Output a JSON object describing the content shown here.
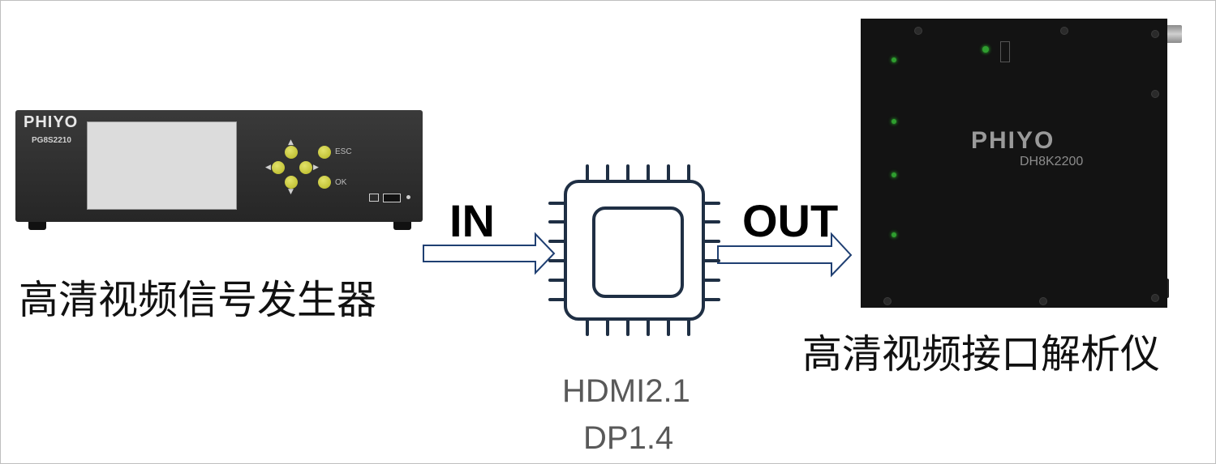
{
  "generator": {
    "brand": "PHIYO",
    "model": "PG8S2210",
    "buttons": [
      "ESC",
      "OK"
    ],
    "caption": "高清视频信号发生器"
  },
  "chip": {
    "in_label": "IN",
    "out_label": "OUT",
    "interfaces": [
      "HDMI2.1",
      "DP1.4"
    ]
  },
  "analyzer": {
    "brand": "PHIYO",
    "model": "DH8K2200",
    "caption": "高清视频接口解析仪"
  },
  "colors": {
    "arrow_stroke": "#1f3f72",
    "chip_stroke": "#1f2f44",
    "device_body": "#2e2e2e",
    "button_yellow": "#c8c83a",
    "led_green": "#2fdc2f"
  }
}
